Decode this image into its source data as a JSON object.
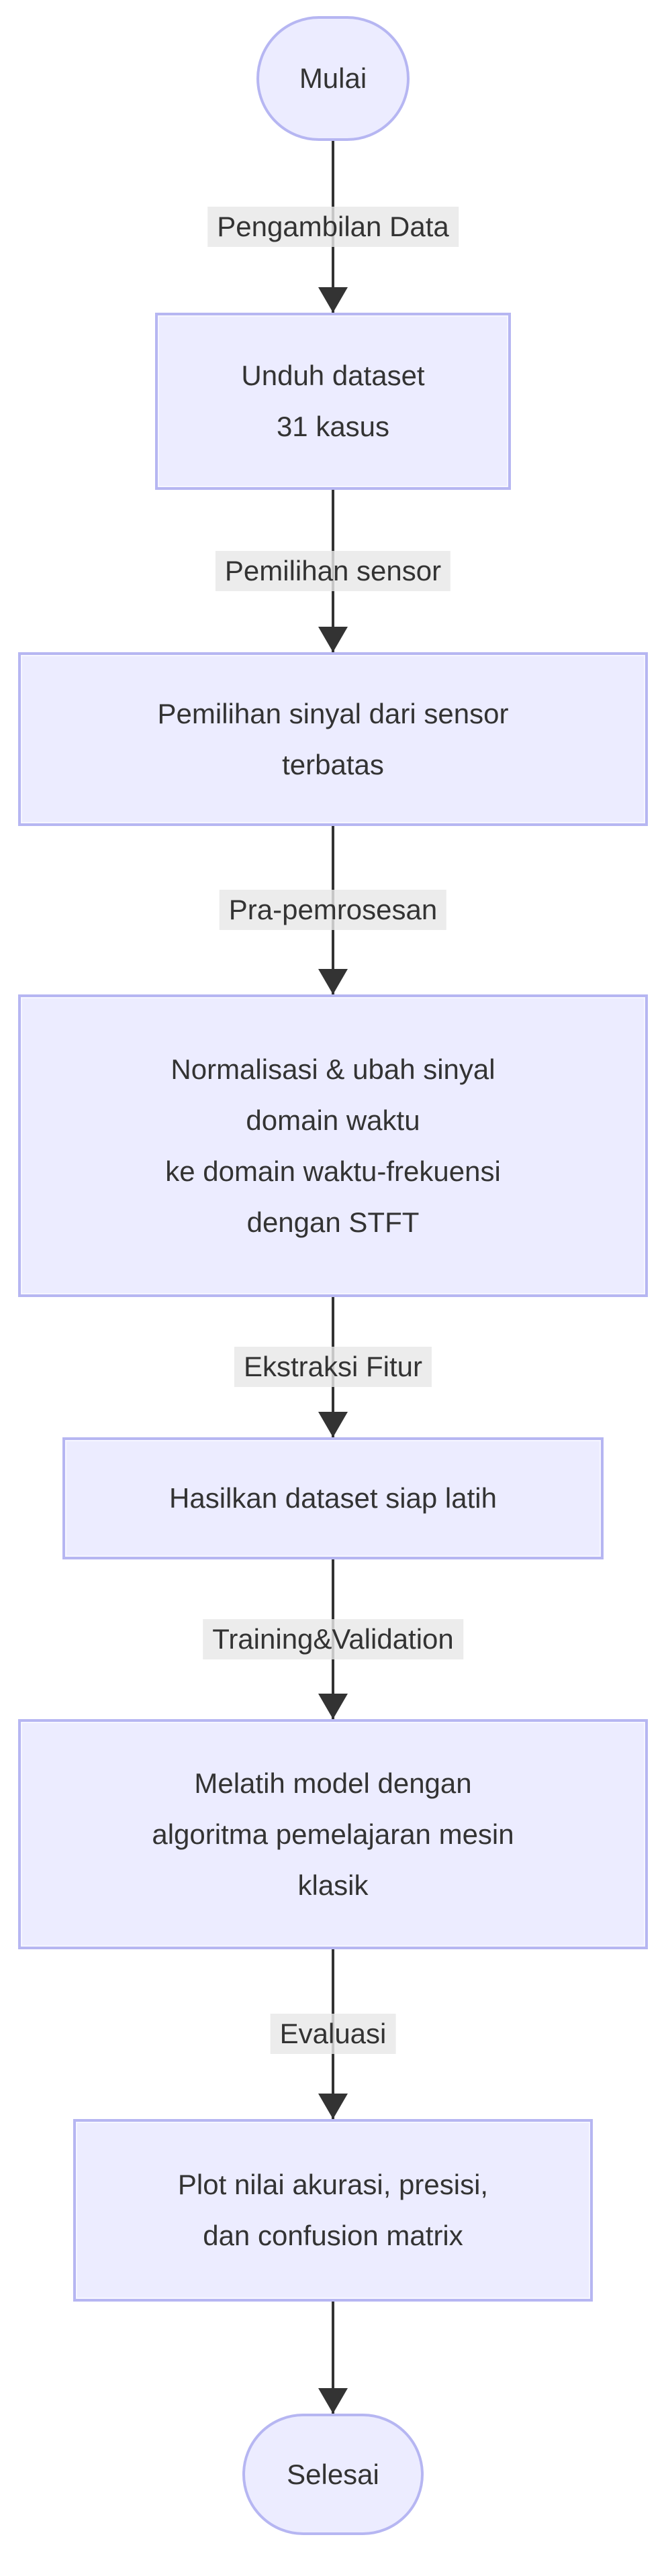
{
  "diagram": {
    "type": "flowchart-top-down",
    "colors": {
      "node_fill": "#ececff",
      "node_border": "#b6b6f2",
      "edge_line": "#333333",
      "label_bg": "#e8e8e8",
      "text": "#333333",
      "canvas_bg": "#ffffff"
    },
    "start": {
      "label": "Mulai"
    },
    "end": {
      "label": "Selesai"
    },
    "edges": [
      {
        "label": "Pengambilan Data"
      },
      {
        "label": "Pemilihan sensor"
      },
      {
        "label": "Pra-pemrosesan"
      },
      {
        "label": "Ekstraksi Fitur"
      },
      {
        "label": "Training&Validation"
      },
      {
        "label": "Evaluasi"
      }
    ],
    "processes": [
      {
        "lines": [
          "Unduh dataset",
          "31 kasus"
        ]
      },
      {
        "lines": [
          "Pemilihan sinyal dari sensor",
          "terbatas"
        ]
      },
      {
        "lines": [
          "Normalisasi & ubah sinyal",
          "domain waktu",
          "ke domain waktu-frekuensi",
          "dengan STFT"
        ]
      },
      {
        "lines": [
          "Hasilkan dataset siap latih"
        ]
      },
      {
        "lines": [
          "Melatih model dengan",
          "algoritma pemelajaran mesin",
          "klasik"
        ]
      },
      {
        "lines": [
          "Plot nilai akurasi, presisi,",
          "dan confusion matrix"
        ]
      }
    ]
  }
}
